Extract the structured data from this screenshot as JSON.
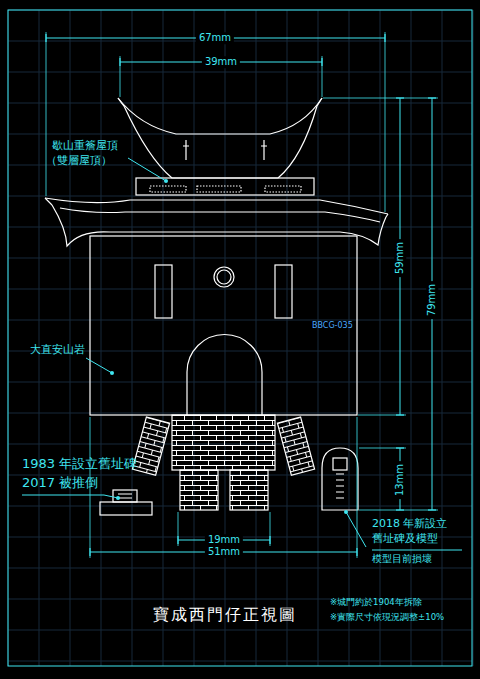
{
  "diagram": {
    "title": "寶成西門仔正視圖",
    "labels": [
      "67mm",
      "39mm",
      "歇山重簷屋頂",
      "（雙層屋頂）",
      "59mm",
      "79mm",
      "大直安山岩",
      "BBCG-035",
      "1983 年設立舊址碑",
      "2017 被推倒",
      "13mm",
      "2018 年新設立",
      "舊址碑及模型",
      "模型目前損壞",
      "19mm",
      "51mm",
      "※城門約於1904年拆除",
      "※實際尺寸依現況調整±10%"
    ]
  }
}
